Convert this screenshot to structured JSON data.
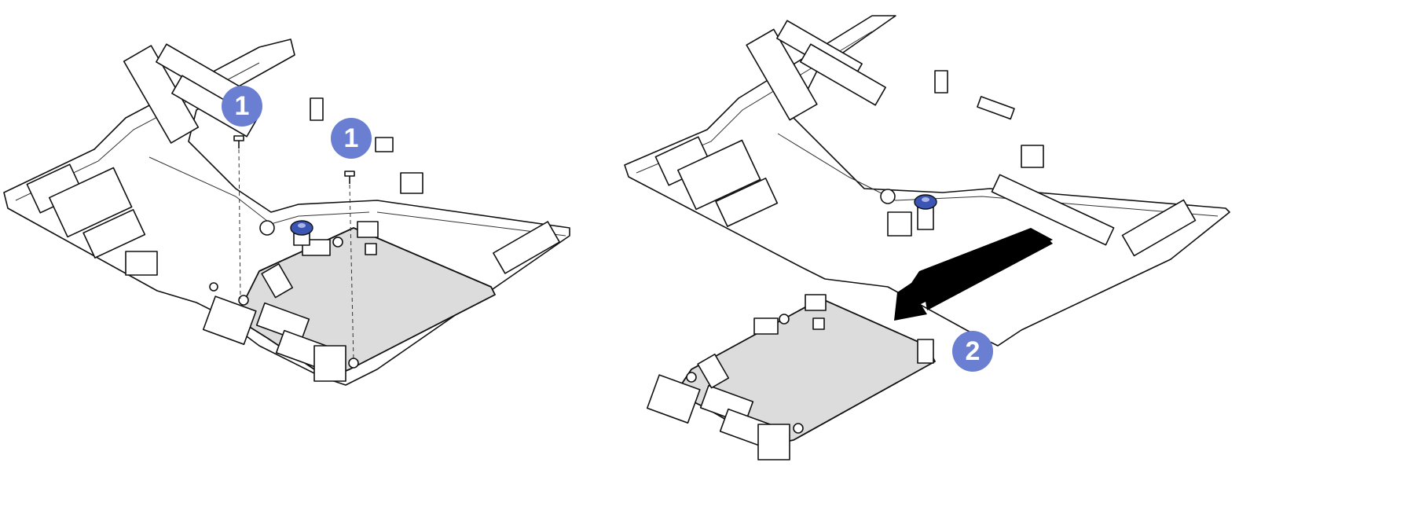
{
  "figure": {
    "callouts": [
      {
        "label": "1",
        "step": "remove-screw"
      },
      {
        "label": "1",
        "step": "remove-screw"
      },
      {
        "label": "2",
        "step": "slide-out-board"
      }
    ],
    "colors": {
      "callout": "#6a7fd2",
      "plunger": "#3b55b5",
      "board": "#dcdcdc",
      "line": "#111111",
      "arrow": "#000000"
    }
  }
}
